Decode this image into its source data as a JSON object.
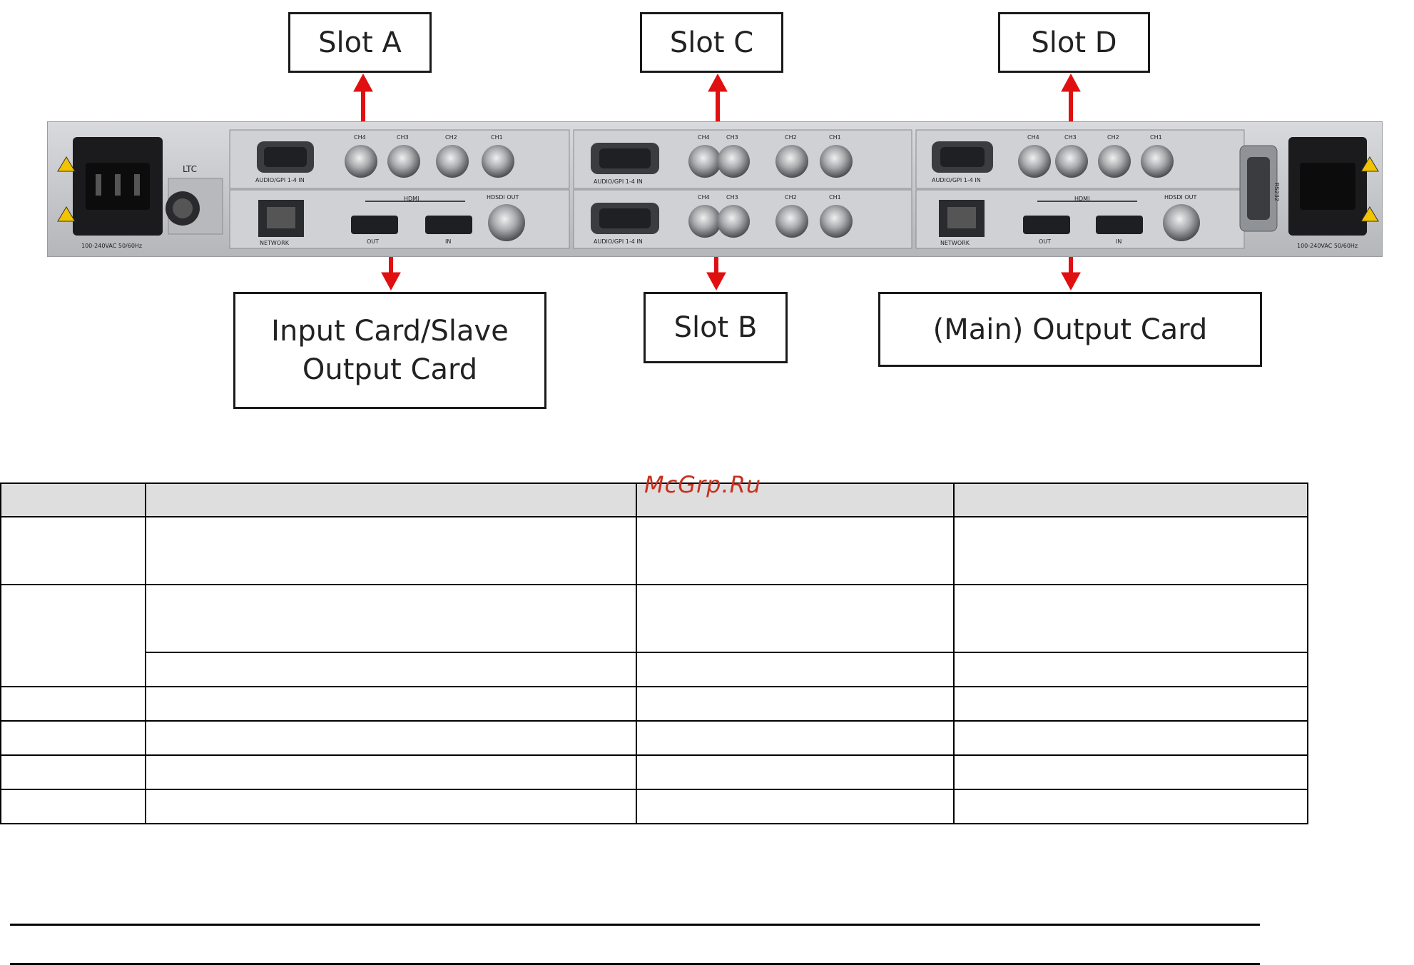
{
  "figure": {
    "callouts": {
      "slot_a": "Slot A",
      "slot_c": "Slot C",
      "slot_d": "Slot D",
      "slot_b": "Slot B",
      "input_card": "Input Card/Slave Output Card",
      "output_card": "(Main) Output Card"
    },
    "panel": {
      "ltc": "LTC",
      "power_left": "100-240VAC 50/60Hz",
      "power_right": "100-240VAC 50/60Hz",
      "rs232": "RS232",
      "slot_a": {
        "audio_label": "AUDIO/GPI 1-4 IN",
        "channels": [
          "CH4",
          "CH3",
          "CH2",
          "CH1"
        ],
        "network": "NETWORK",
        "hdmi": "HDMI",
        "hdmi_out": "OUT",
        "hdmi_in": "IN",
        "hdsdi_out": "HDSDI OUT"
      },
      "slot_c": {
        "audio_label": "AUDIO/GPI 1-4 IN",
        "channels": [
          "CH4",
          "CH3",
          "CH2",
          "CH1"
        ]
      },
      "slot_b": {
        "audio_label": "AUDIO/GPI 1-4 IN",
        "channels": [
          "CH4",
          "CH3",
          "CH2",
          "CH1"
        ]
      },
      "slot_d": {
        "audio_label": "AUDIO/GPI 1-4 IN",
        "channels": [
          "CH4",
          "CH3",
          "CH2",
          "CH1"
        ],
        "network": "NETWORK",
        "hdmi": "HDMI",
        "hdmi_out": "OUT",
        "hdmi_in": "IN",
        "hdsdi_out": "HDSDI OUT"
      }
    },
    "arrow_color": "#e01010"
  },
  "watermark": "McGrp.Ru"
}
